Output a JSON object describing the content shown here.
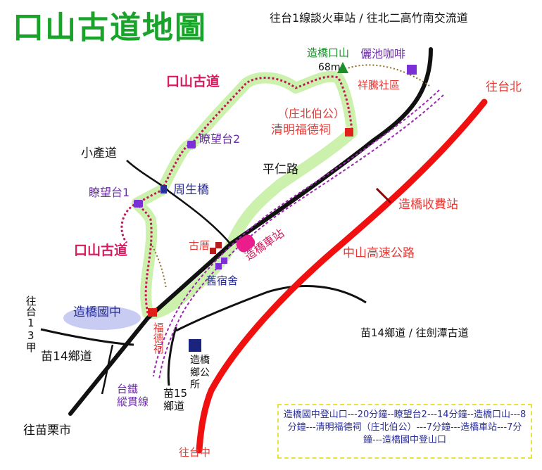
{
  "title": "口山古道地圖",
  "roads": {
    "top_direction": "往台1線談火車站 / 往北二高竹南交流道",
    "pingren_road": "平仁路",
    "to_taibei": "往台北",
    "to_taizhong": "往台中",
    "toll_station": "造橋收費站",
    "highway": "中山高速公路",
    "miao14_right": "苗14鄉道 / 往劍潭古道",
    "miao14_left": "苗14鄉道",
    "miao15": "苗15\n鄉道",
    "to_miaoli": "往苗栗市",
    "tai13": "往台13甲",
    "small_road": "小產道",
    "railway": "台鐵\n縱貫線"
  },
  "places": {
    "peak_name": "造橋口山",
    "peak_elevation": "68m",
    "cafe": "儷池咖啡",
    "community": "祥騰社區",
    "temple_alias": "（庄北伯公）",
    "temple": "清明福德祠",
    "trail_upper": "口山古道",
    "trail_lower": "口山古道",
    "viewpoint2": "瞭望台2",
    "viewpoint1": "瞭望台1",
    "bridge": "周生橋",
    "old_house": "古厝",
    "dorm": "舊宿舍",
    "station": "造橋車站",
    "school": "造橋國中",
    "fude_shrine": "福德祠",
    "township_office": "造橋\n鄉公所"
  },
  "info_box": "造橋國中登山口---20分鐘--瞭望台2---14分鐘--造橋口山---8分鐘---清明福德祠（庄北伯公）---7分鐘---造橋車站---7分鐘---造橋國中登山口",
  "colors": {
    "title": "#1aa32a",
    "trail": "#c2185b",
    "trail_glow": "#c5f0a4",
    "highway": "#f01010",
    "railway": "#9c27b0",
    "purple_poi": "#7b2fd6",
    "red_poi": "#e0201a",
    "school_area": "#c8ccf2",
    "info_border": "#e8e23c"
  }
}
